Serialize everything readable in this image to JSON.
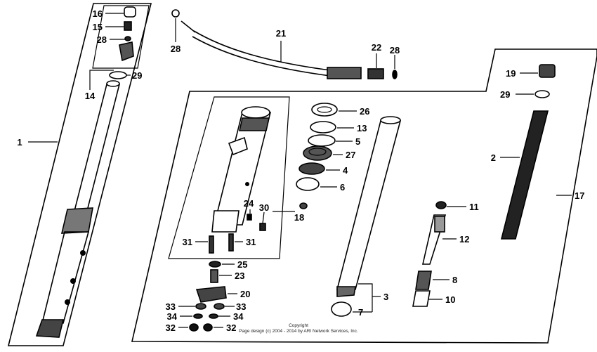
{
  "diagram": {
    "callouts": {
      "p1": "1",
      "p2": "2",
      "p3": "3",
      "p4": "4",
      "p5": "5",
      "p6": "6",
      "p7": "7",
      "p8": "8",
      "p10": "10",
      "p11": "11",
      "p12": "12",
      "p13": "13",
      "p14": "14",
      "p15": "15",
      "p16": "16",
      "p17": "17",
      "p18": "18",
      "p19": "19",
      "p20": "20",
      "p21": "21",
      "p22": "22",
      "p23": "23",
      "p24": "24",
      "p25": "25",
      "p26": "26",
      "p27": "27",
      "p28a": "28",
      "p28b": "28",
      "p28c": "28",
      "p29a": "29",
      "p29b": "29",
      "p30": "30",
      "p31a": "31",
      "p31b": "31",
      "p32a": "32",
      "p32b": "32",
      "p33a": "33",
      "p33b": "33",
      "p34a": "34",
      "p34b": "34"
    },
    "copyright_line1": "Copyright",
    "copyright_line2": "Page design (c) 2004 - 2014 by ARI Network Services, Inc."
  },
  "colors": {
    "ink": "#000000",
    "paper": "#ffffff"
  }
}
